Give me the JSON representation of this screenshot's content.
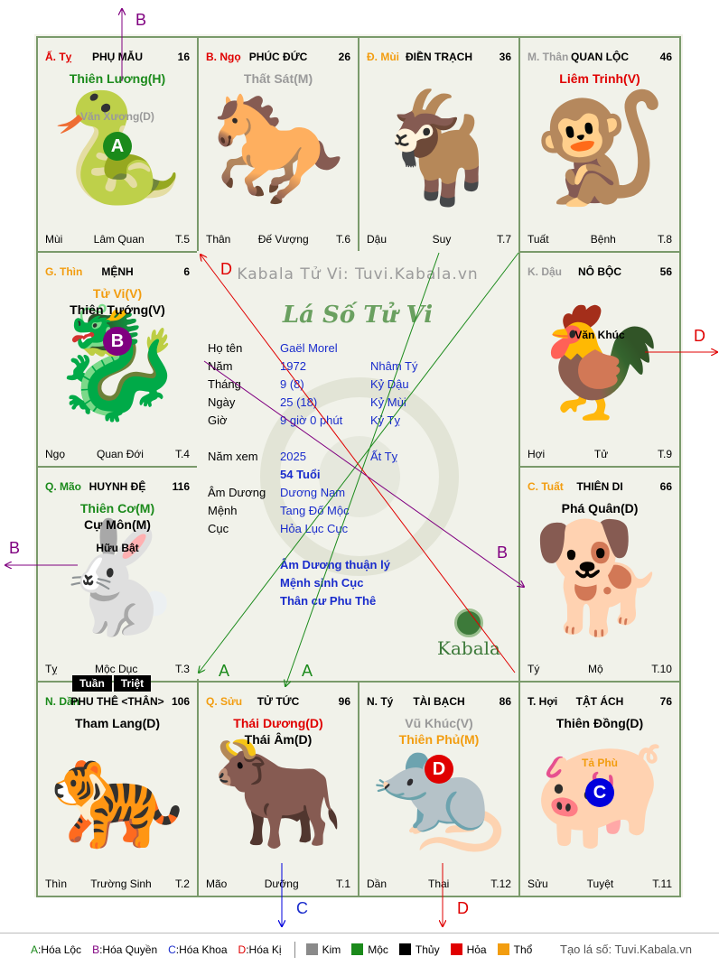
{
  "cells": [
    {
      "id": "ty",
      "branch": "Ấ. Tỵ",
      "branch_color": "#e00000",
      "palace": "PHỤ MẪU",
      "num": "16",
      "stars": [
        {
          "t": "Thiên Lương(H)",
          "c": "#1b8a1b"
        }
      ],
      "minor": "Văn Xương(D)",
      "minor_color": "#9a9a9a",
      "badge": "A",
      "badge_color": "#1b8a1b",
      "beast": "🐍",
      "left": "Mùi",
      "mid": "Lâm Quan",
      "right": "T.5"
    },
    {
      "id": "ngo",
      "branch": "B. Ngọ",
      "branch_color": "#e00000",
      "palace": "PHÚC ĐỨC",
      "num": "26",
      "stars": [
        {
          "t": "Thất Sát(M)",
          "c": "#9a9a9a"
        }
      ],
      "minor": "",
      "beast": "🐎",
      "left": "Thân",
      "mid": "Đế Vượng",
      "right": "T.6"
    },
    {
      "id": "mui",
      "branch": "Đ. Mùi",
      "branch_color": "#f29d10",
      "palace": "ĐIỀN TRẠCH",
      "num": "36",
      "stars": [],
      "minor": "",
      "beast": "🐐",
      "left": "Dậu",
      "mid": "Suy",
      "right": "T.7"
    },
    {
      "id": "than",
      "branch": "M. Thân",
      "branch_color": "#9a9a9a",
      "palace": "QUAN LỘC",
      "num": "46",
      "stars": [
        {
          "t": "Liêm Trinh(V)",
          "c": "#e00000"
        }
      ],
      "minor": "",
      "beast": "🐒",
      "left": "Tuất",
      "mid": "Bệnh",
      "right": "T.8"
    },
    {
      "id": "thin",
      "branch": "G. Thìn",
      "branch_color": "#f29d10",
      "palace": "MỆNH",
      "num": "6",
      "stars": [
        {
          "t": "Tử Vi(V)",
          "c": "#f29d10"
        },
        {
          "t": "Thiên Tướng(V)",
          "c": "#000000"
        }
      ],
      "minor": "",
      "badge": "B",
      "badge_color": "#800080",
      "beast": "🐉",
      "left": "Ngọ",
      "mid": "Quan Đới",
      "right": "T.4"
    },
    {
      "id": "dau",
      "branch": "K. Dậu",
      "branch_color": "#9a9a9a",
      "palace": "NÔ BỘC",
      "num": "56",
      "stars": [],
      "minor": "Văn Khúc",
      "minor_color": "#000000",
      "beast": "🐓",
      "left": "Hợi",
      "mid": "Tử",
      "right": "T.9"
    },
    {
      "id": "mao",
      "branch": "Q. Mão",
      "branch_color": "#1b8a1b",
      "palace": "HUYNH ĐỆ",
      "num": "116",
      "stars": [
        {
          "t": "Thiên Cơ(M)",
          "c": "#1b8a1b"
        },
        {
          "t": "Cự Môn(M)",
          "c": "#000000"
        }
      ],
      "minor": "Hữu Bật",
      "minor_color": "#000000",
      "beast": "🐇",
      "left": "Tỵ",
      "mid": "Mộc Dục",
      "right": "T.3"
    },
    {
      "id": "tuat",
      "branch": "C. Tuất",
      "branch_color": "#f29d10",
      "palace": "THIÊN DI",
      "num": "66",
      "stars": [
        {
          "t": "Phá Quân(D)",
          "c": "#000000"
        }
      ],
      "minor": "",
      "beast": "🐕",
      "left": "Tý",
      "mid": "Mộ",
      "right": "T.10"
    },
    {
      "id": "dan",
      "branch": "N. Dần",
      "branch_color": "#1b8a1b",
      "palace": "PHU THÊ <THÂN>",
      "num": "106",
      "stars": [
        {
          "t": "Tham Lang(D)",
          "c": "#000000"
        }
      ],
      "minor": "",
      "beast": "🐅",
      "left": "Thìn",
      "mid": "Trường Sinh",
      "right": "T.2"
    },
    {
      "id": "suu",
      "branch": "Q. Sửu",
      "branch_color": "#f29d10",
      "palace": "TỬ TỨC",
      "num": "96",
      "stars": [
        {
          "t": "Thái Dương(D)",
          "c": "#e00000"
        },
        {
          "t": "Thái Âm(D)",
          "c": "#000000"
        }
      ],
      "minor": "",
      "beast": "🐂",
      "left": "Mão",
      "mid": "Dưỡng",
      "right": "T.1"
    },
    {
      "id": "tyy",
      "branch": "N. Tý",
      "branch_color": "#000000",
      "palace": "TÀI BẠCH",
      "num": "86",
      "stars": [
        {
          "t": "Vũ Khúc(V)",
          "c": "#9a9a9a"
        },
        {
          "t": "Thiên Phủ(M)",
          "c": "#f29d10"
        }
      ],
      "minor": "",
      "badge": "D",
      "badge_color": "#e00000",
      "beast": "🐀",
      "left": "Dần",
      "mid": "Thai",
      "right": "T.12"
    },
    {
      "id": "hoi",
      "branch": "T. Hợi",
      "branch_color": "#000000",
      "palace": "TẬT ÁCH",
      "num": "76",
      "stars": [
        {
          "t": "Thiên Đồng(D)",
          "c": "#000000"
        }
      ],
      "minor": "Tả Phù",
      "minor_color": "#f29d10",
      "badge": "C",
      "badge_color": "#0000dd",
      "beast": "🐖",
      "left": "Sửu",
      "mid": "Tuyệt",
      "right": "T.11"
    }
  ],
  "tuan_triet": [
    "Tuần",
    "Triệt"
  ],
  "center": {
    "watermark": "Kabala Tử Vi: Tuvi.Kabala.vn",
    "title": "Lá Số Tử Vi",
    "rows": [
      {
        "label": "Họ tên",
        "v1": "Gaël Morel",
        "v2": ""
      },
      {
        "label": "Năm",
        "v1": "1972",
        "v2": "Nhâm Tý"
      },
      {
        "label": "Tháng",
        "v1": "9  (8)",
        "v2": "Kỷ Dậu"
      },
      {
        "label": "Ngày",
        "v1": "25  (18)",
        "v2": "Kỷ Mùi"
      },
      {
        "label": "Giờ",
        "v1": "9 giờ 0 phút",
        "v2": "Kỷ Tỵ"
      }
    ],
    "nam_xem_label": "Năm xem",
    "nam_xem": "2025",
    "nam_xem_can": "Ất Tỵ",
    "tuoi": "54 Tuổi",
    "rows2": [
      {
        "label": "Âm Dương",
        "v1": "Dương Nam"
      },
      {
        "label": "Mệnh",
        "v1": "Tang Đố Mộc"
      },
      {
        "label": "Cục",
        "v1": "Hỏa Lục Cục"
      }
    ],
    "notes": [
      "Âm Dương thuận lý",
      "Mệnh sinh Cục",
      "Thân cư Phu Thê"
    ],
    "logo_text": "Kabala"
  },
  "arrow_labels": {
    "A": "A",
    "B": "B",
    "C": "C",
    "D": "D"
  },
  "legend": {
    "hoa": [
      {
        "key": "A",
        "sep": ": ",
        "text": "Hóa Lộc",
        "color": "#1b8a1b"
      },
      {
        "key": "B",
        "sep": ": ",
        "text": "Hóa Quyền",
        "color": "#800080"
      },
      {
        "key": "C",
        "sep": ": ",
        "text": "Hóa Khoa",
        "color": "#1a2ccc"
      },
      {
        "key": "D",
        "sep": ": ",
        "text": "Hóa Kị",
        "color": "#e00000"
      }
    ],
    "elements": [
      {
        "name": "Kim",
        "color": "#8a8a8a"
      },
      {
        "name": "Mộc",
        "color": "#1b8a1b"
      },
      {
        "name": "Thủy",
        "color": "#000000"
      },
      {
        "name": "Hỏa",
        "color": "#e00000"
      },
      {
        "name": "Thổ",
        "color": "#f29d10"
      }
    ],
    "credit": "Tạo lá số: Tuvi.Kabala.vn"
  }
}
